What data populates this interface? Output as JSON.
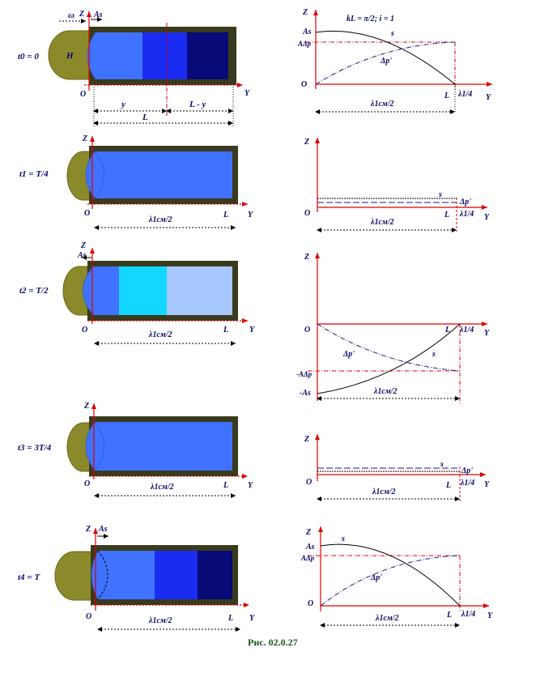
{
  "figure": {
    "caption": "Рис. 02.0.27",
    "colors": {
      "axis": "#e00000",
      "tube_wall": "#3a3a1e",
      "piston": "#8a8a2a",
      "label": "#0a0a6a",
      "caption": "#1a5a1a",
      "curve_s": "#000000",
      "curve_dp": "#1a1a8a"
    }
  },
  "legend_params": "kL = π/2; i = 1",
  "rows": [
    {
      "time_label": "t0 = 0",
      "axis_z": "Z",
      "axis_y": "Y",
      "origin": "O",
      "omega": "ω",
      "amp": "As",
      "h_label": "H",
      "seg_y": "y",
      "seg_ly": "L - y",
      "seg_L": "L",
      "tube_colors": [
        "#3f72ff",
        "#1a2bf2",
        "#080a78"
      ],
      "graph": {
        "labels": {
          "As": "As",
          "Adp": "AΔp",
          "s": "s",
          "dp": "Δp'",
          "L": "L",
          "lam": "λ1/4",
          "zero": "O",
          "Z": "Z",
          "Y": "Y"
        },
        "dim": "λ1см/2"
      }
    },
    {
      "time_label": "t1 = T/4",
      "axis_z": "Z",
      "axis_y": "Y",
      "origin": "O",
      "seg_L": "L",
      "dim": "λ1см/2",
      "tube_colors": [
        "#3f72ff"
      ],
      "graph": {
        "labels": {
          "s": "s",
          "dp": "Δp'",
          "L": "L",
          "lam": "λ1/4",
          "zero": "O",
          "Z": "Z",
          "Y": "Y"
        },
        "dim": "λ1см/2"
      }
    },
    {
      "time_label": "t2 = T/2",
      "axis_z": "Z",
      "axis_y": "Y",
      "origin": "O",
      "amp": "As",
      "seg_L": "L",
      "dim": "λ1см/2",
      "tube_colors": [
        "#3f72ff",
        "#12d8ff",
        "#a6c8ff"
      ],
      "graph": {
        "labels": {
          "negAs": "-As",
          "negAdp": "-AΔp",
          "s": "s",
          "dp": "Δp'",
          "L": "L",
          "lam": "λ1/4",
          "zero": "O",
          "Z": "Z",
          "Y": "Y"
        },
        "dim": "λ1см/2"
      }
    },
    {
      "time_label": "t3 = 3T/4",
      "axis_z": "Z",
      "axis_y": "Y",
      "origin": "O",
      "seg_L": "L",
      "dim": "λ1см/2",
      "tube_colors": [
        "#3f72ff"
      ],
      "graph": {
        "labels": {
          "s": "s",
          "dp": "Δp'",
          "L": "L",
          "lam": "λ1/4",
          "zero": "O",
          "Z": "Z",
          "Y": "Y"
        },
        "dim": "λ1см/2"
      }
    },
    {
      "time_label": "t4 = T",
      "axis_z": "Z",
      "axis_y": "Y",
      "origin": "O",
      "amp": "As",
      "seg_L": "L",
      "dim": "λ1см/2",
      "tube_colors": [
        "#3f72ff",
        "#1a2bf2",
        "#080a78"
      ],
      "graph": {
        "labels": {
          "As": "As",
          "Adp": "AΔp",
          "s": "s",
          "dp": "Δp'",
          "L": "L",
          "lam": "λ1/4",
          "zero": "O",
          "Z": "Z",
          "Y": "Y"
        },
        "dim": "λ1см/2"
      }
    }
  ]
}
